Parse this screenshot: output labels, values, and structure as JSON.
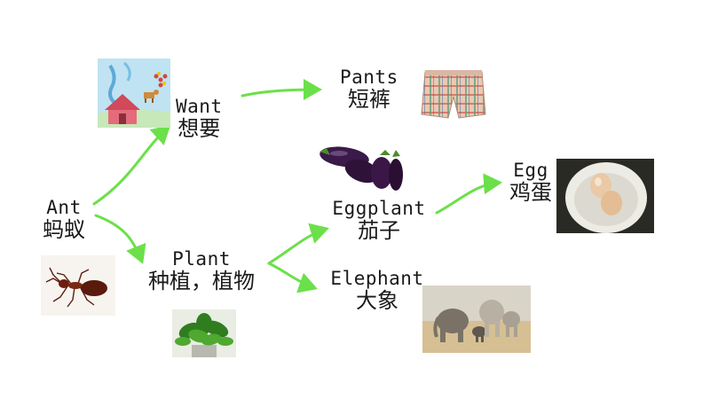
{
  "diagram": {
    "nodes": [
      {
        "id": "ant",
        "en": "Ant",
        "zh": "蚂蚁"
      },
      {
        "id": "want",
        "en": "Want",
        "zh": "想要"
      },
      {
        "id": "plant",
        "en": "Plant",
        "zh": "种植，植物"
      },
      {
        "id": "pants",
        "en": "Pants",
        "zh": "短裤"
      },
      {
        "id": "eggplant",
        "en": "Eggplant",
        "zh": "茄子"
      },
      {
        "id": "elephant",
        "en": "Elephant",
        "zh": "大象"
      },
      {
        "id": "egg",
        "en": "Egg",
        "zh": "鸡蛋"
      }
    ],
    "arrow_color": "#6be04a"
  }
}
